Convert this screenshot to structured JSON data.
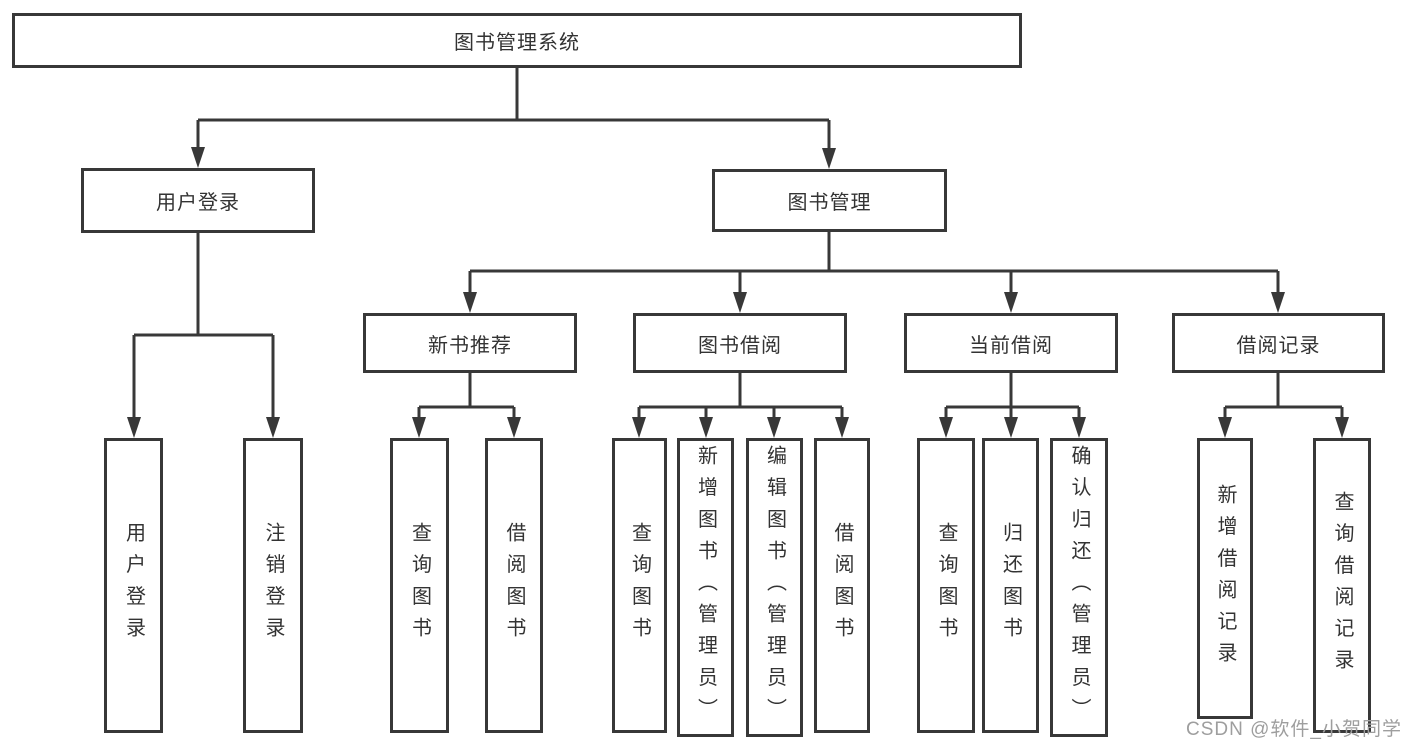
{
  "colors": {
    "line": "#383838",
    "text": "#333333",
    "background": "#ffffff",
    "watermark": "#9e9e9e"
  },
  "watermark": {
    "text": "CSDN @软件_小贺同学"
  },
  "tree": {
    "root": {
      "label": "图书管理系统",
      "children": [
        {
          "label": "用户登录",
          "children": [
            {
              "label": "用户登录"
            },
            {
              "label": "注销登录"
            }
          ]
        },
        {
          "label": "图书管理",
          "children": [
            {
              "label": "新书推荐",
              "children": [
                {
                  "label": "查询图书"
                },
                {
                  "label": "借阅图书"
                }
              ]
            },
            {
              "label": "图书借阅",
              "children": [
                {
                  "label": "查询图书"
                },
                {
                  "label": "新增图书（管理员）"
                },
                {
                  "label": "编辑图书（管理员）"
                },
                {
                  "label": "借阅图书"
                }
              ]
            },
            {
              "label": "当前借阅",
              "children": [
                {
                  "label": "查询图书"
                },
                {
                  "label": "归还图书"
                },
                {
                  "label": "确认归还（管理员）"
                }
              ]
            },
            {
              "label": "借阅记录",
              "children": [
                {
                  "label": "新增借阅记录"
                },
                {
                  "label": "查询借阅记录"
                }
              ]
            }
          ]
        }
      ]
    }
  }
}
